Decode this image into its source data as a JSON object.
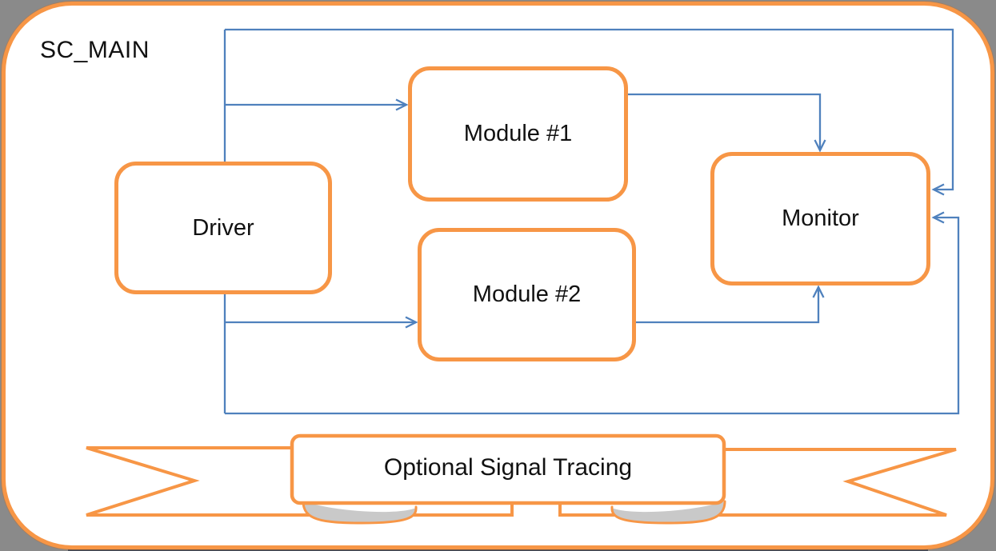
{
  "canvas": {
    "label": "SC_MAIN"
  },
  "nodes": [
    {
      "id": "driver",
      "label": "Driver"
    },
    {
      "id": "module1",
      "label": "Module #1"
    },
    {
      "id": "module2",
      "label": "Module #2"
    },
    {
      "id": "monitor",
      "label": "Monitor"
    }
  ],
  "banner": {
    "label": "Optional Signal Tracing"
  },
  "connections": [
    "driver -> module1",
    "driver -> module2",
    "module1 -> monitor",
    "module2 -> monitor",
    "driver -> monitor (top loop)",
    "driver -> monitor (bottom loop)"
  ],
  "colors": {
    "background": "#8a8a8a",
    "surface": "#ffffff",
    "shape_border": "#f79646",
    "connector": "#4f81bd",
    "fold_shadow": "#c9c9c9",
    "text": "#111111"
  }
}
